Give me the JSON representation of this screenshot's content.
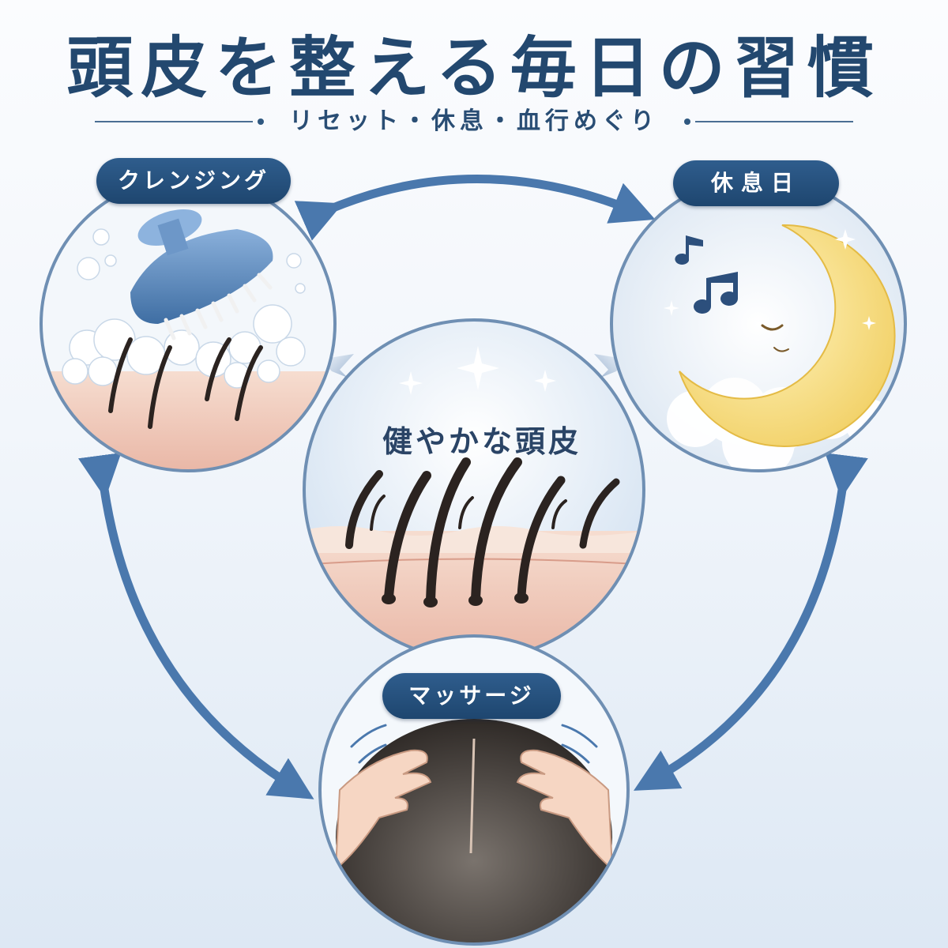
{
  "title": "頭皮を整える毎日の習慣",
  "subtitle": "リセット・休息・血行めぐり",
  "center": {
    "label": "健やかな頭皮"
  },
  "nodes": {
    "cleansing": {
      "label": "クレンジング"
    },
    "rest": {
      "label": "休息日"
    },
    "massage": {
      "label": "マッサージ"
    }
  },
  "colors": {
    "title": "#23486f",
    "pill": "#2a5580",
    "arrow": "#4a78ad",
    "ring": "#6f8fb3",
    "moon": "#f6dc7a",
    "skin": "#f0c9b8",
    "hair": "#2b2320"
  },
  "icons": {
    "cleansing": "scalp-brush-icon",
    "rest": "crescent-moon-icon",
    "music": "music-note-icon",
    "massage": "hands-on-head-icon"
  }
}
